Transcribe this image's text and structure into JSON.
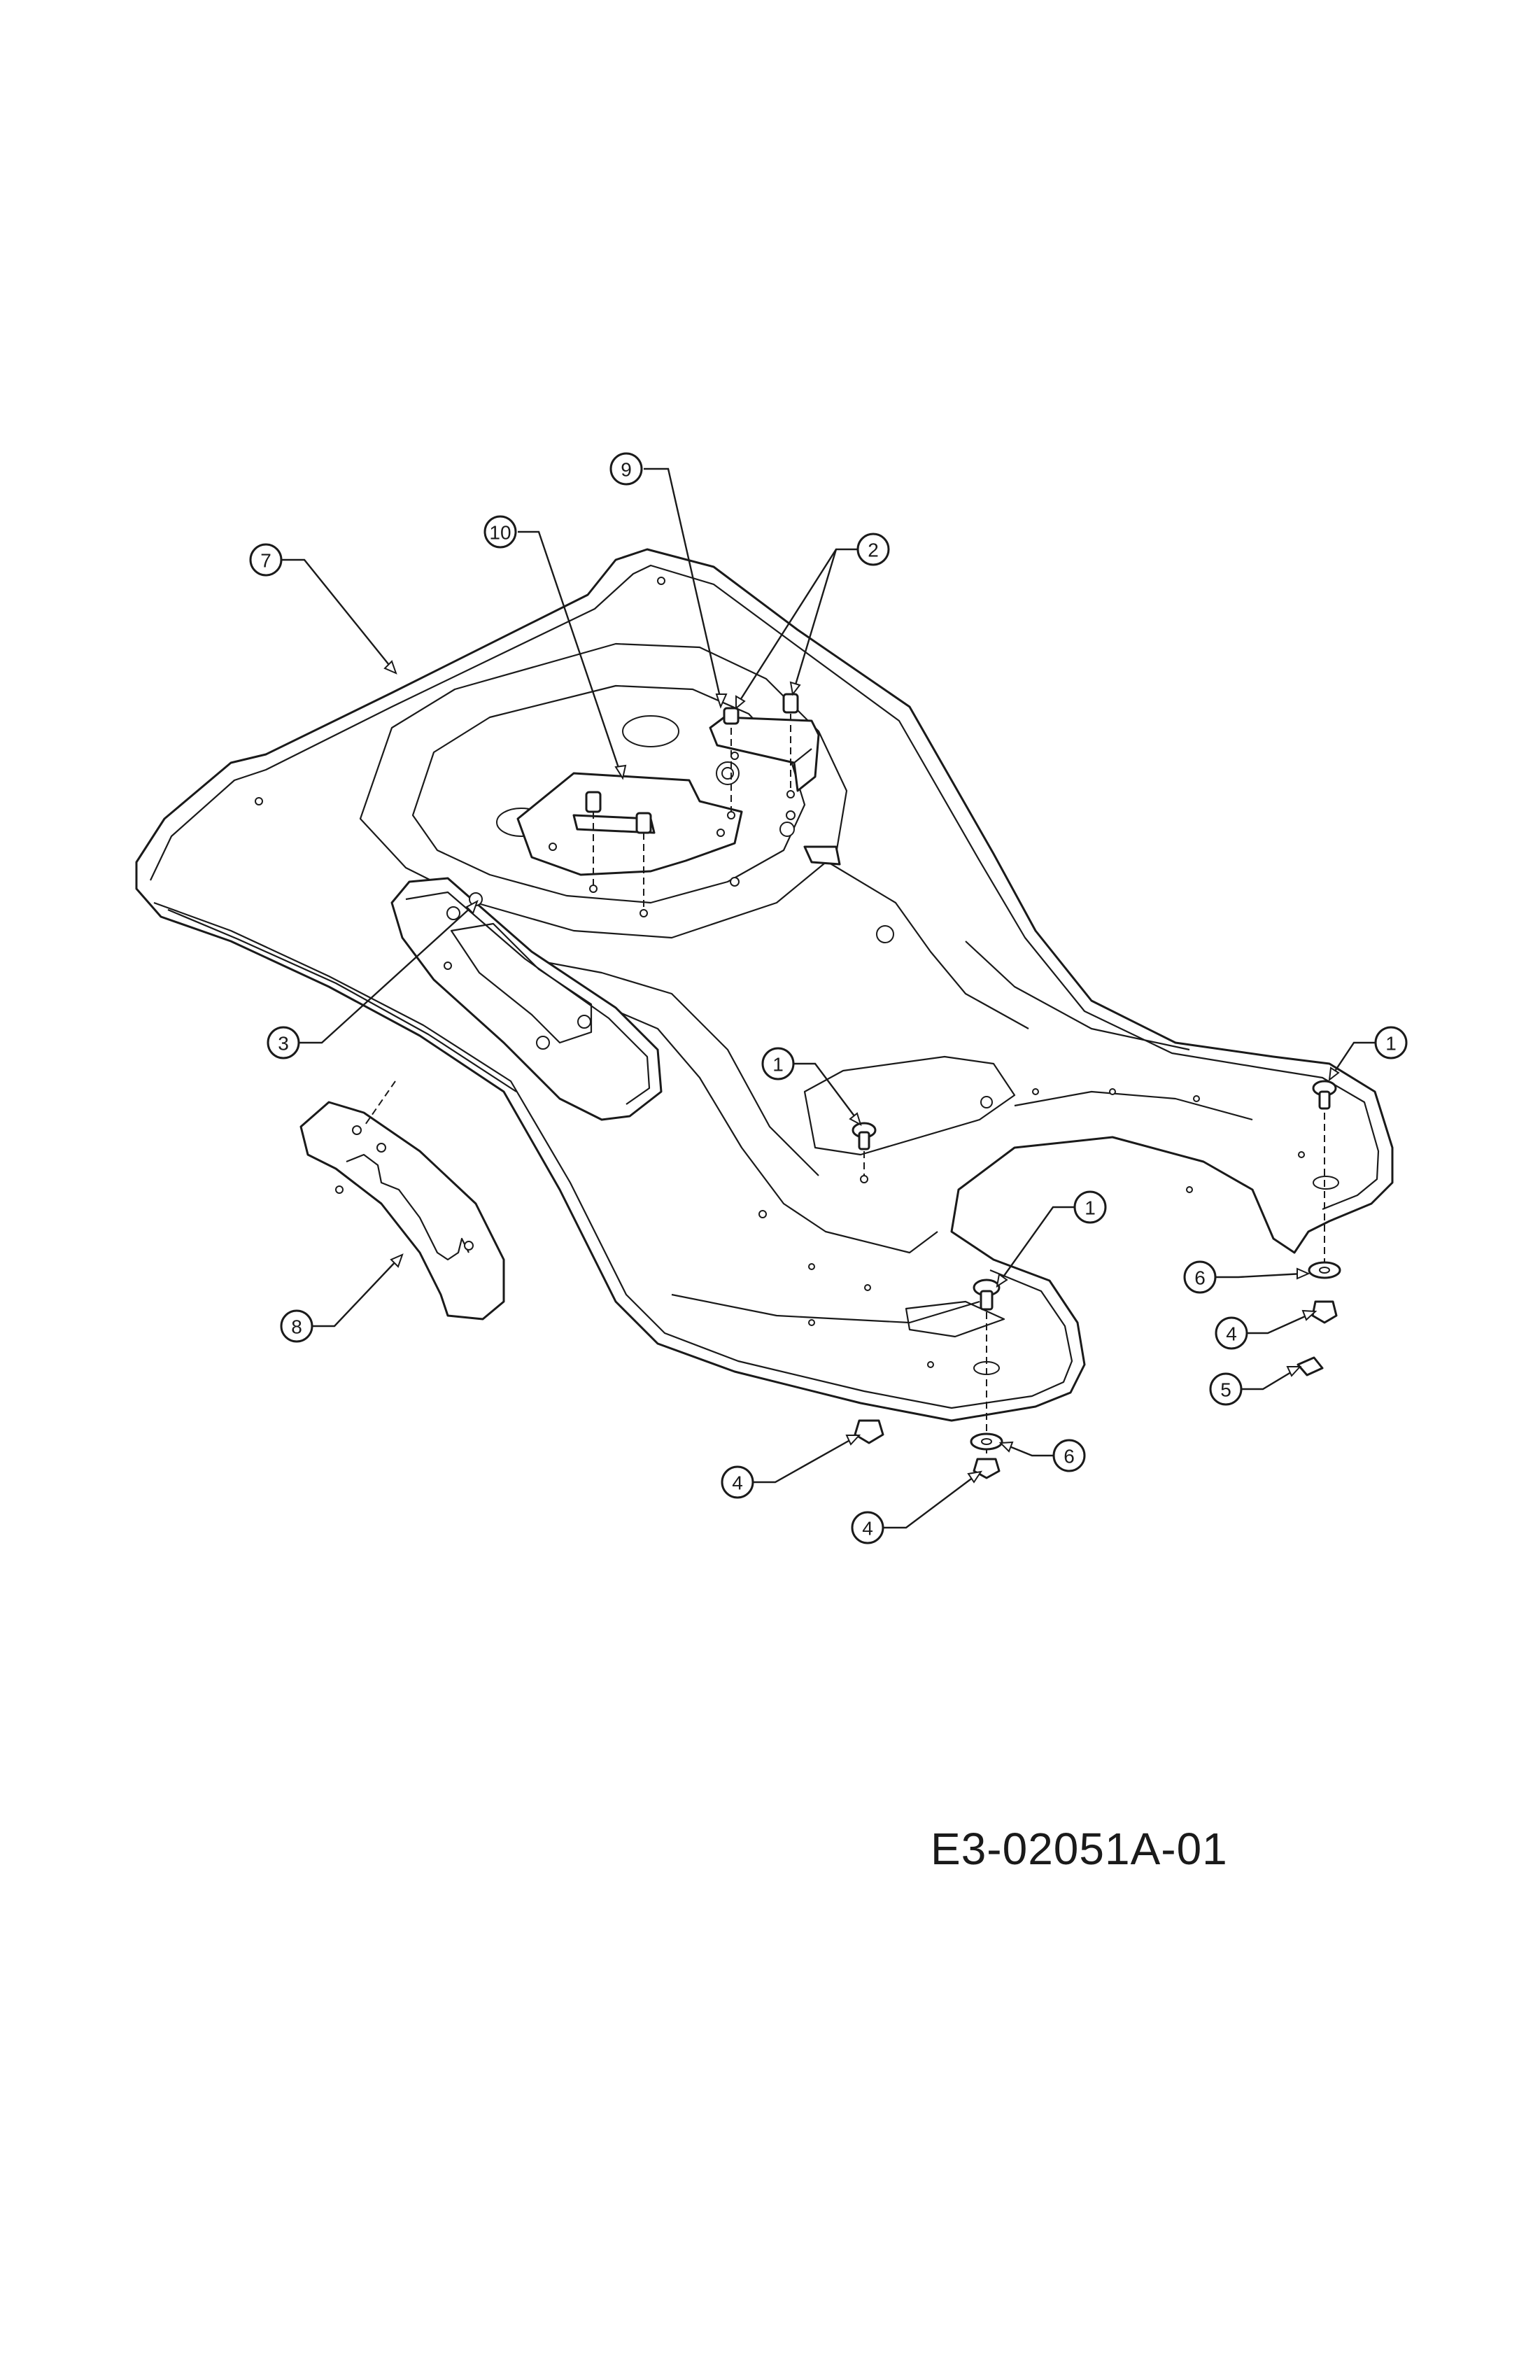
{
  "document_code": "E3-02051A-01",
  "callouts": [
    {
      "id": "c9a",
      "label": "9"
    },
    {
      "id": "c10",
      "label": "10"
    },
    {
      "id": "c2",
      "label": "2"
    },
    {
      "id": "c7",
      "label": "7"
    },
    {
      "id": "c1a",
      "label": "1"
    },
    {
      "id": "c3",
      "label": "3"
    },
    {
      "id": "c1b",
      "label": "1"
    },
    {
      "id": "c1c",
      "label": "1"
    },
    {
      "id": "c6a",
      "label": "6"
    },
    {
      "id": "c4a",
      "label": "4"
    },
    {
      "id": "c5",
      "label": "5"
    },
    {
      "id": "c8",
      "label": "8"
    },
    {
      "id": "c4b",
      "label": "4"
    },
    {
      "id": "c6b",
      "label": "6"
    },
    {
      "id": "c4c",
      "label": "4"
    }
  ]
}
